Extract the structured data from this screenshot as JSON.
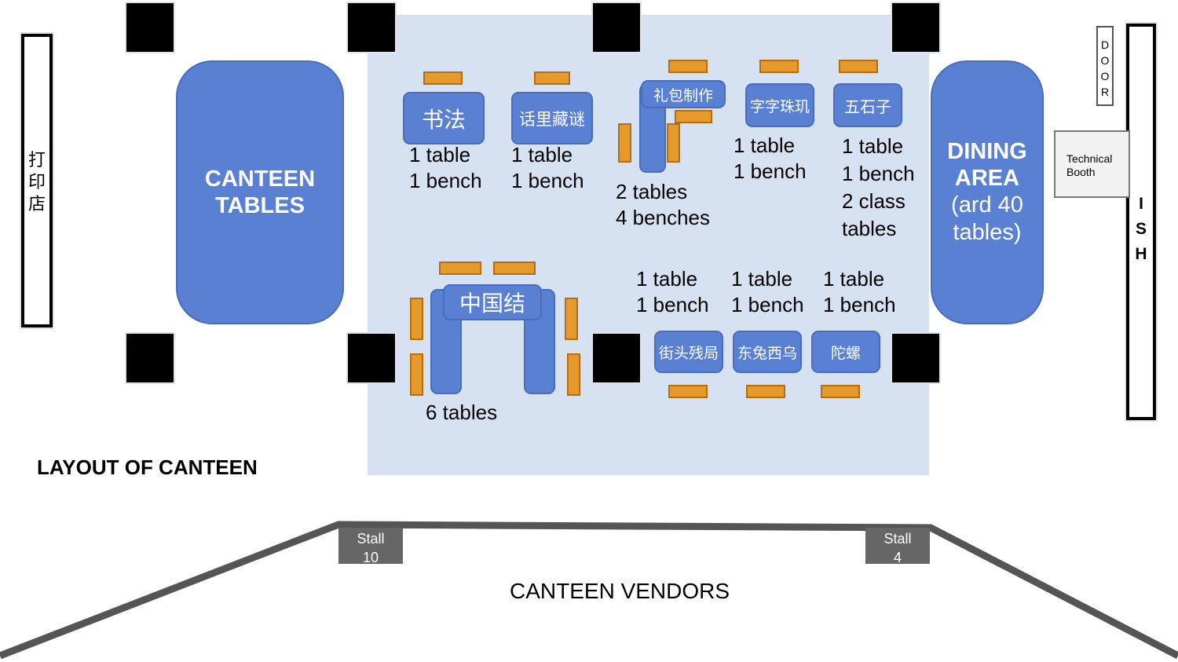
{
  "title": "LAYOUT OF CANTEEN",
  "left_shop": "打印店",
  "canteen_tables": "CANTEEN\nTABLES",
  "dining_area": {
    "title": "DINING\nAREA",
    "note": "(ard 40\ntables)"
  },
  "door": "D\nO\nO\nR",
  "technical_booth": "Technical\nBooth",
  "ish": "I\nS\nH",
  "booths": {
    "shufa": {
      "name": "书法",
      "label": "1 table\n1 bench"
    },
    "huali": {
      "name": "话里藏谜",
      "label": "1 table\n1 bench"
    },
    "libao": {
      "name": "礼包制作",
      "label": "2 tables\n4 benches"
    },
    "zizi": {
      "name": "字字珠玑",
      "label": "1 table\n1 bench"
    },
    "wushi": {
      "name": "五石子",
      "label": "1 table\n1 bench\n2 class\ntables"
    },
    "zhongguo": {
      "name": "中国结",
      "label": "6 tables"
    },
    "jietou": {
      "name": "街头残局",
      "label": "1 table\n1 bench"
    },
    "dongtu": {
      "name": "东兔西乌",
      "label": "1 table\n1 bench"
    },
    "tuoluo": {
      "name": "陀螺",
      "label": "1 table\n1 bench"
    }
  },
  "stalls": {
    "left": "Stall\n10",
    "right": "Stall\n4"
  },
  "vendors": "CANTEEN VENDORS",
  "colors": {
    "table": "#5a80d3",
    "bench": "#e69a2c",
    "zone": "#d6e1f1",
    "pillar": "#000000",
    "stall": "#666666"
  }
}
